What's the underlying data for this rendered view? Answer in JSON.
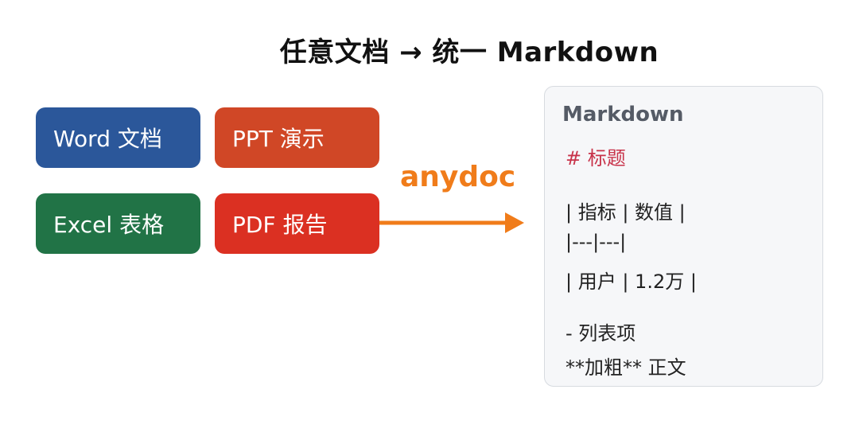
{
  "title": "任意文档 → 统一 Markdown",
  "sources": [
    {
      "label": "Word 文档",
      "color": "#2b579a"
    },
    {
      "label": "PPT 演示",
      "color": "#d04726"
    },
    {
      "label": "Excel 表格",
      "color": "#217346"
    },
    {
      "label": "PDF 报告",
      "color": "#db3022"
    }
  ],
  "converter": {
    "label": "anydoc",
    "color": "#f07c1a"
  },
  "markdown_card": {
    "title": "Markdown",
    "title_color": "#555b66",
    "heading_line": "# 标题",
    "heading_color": "#c8334a",
    "lines": [
      "| 指标 | 数值 |",
      "|---|---|",
      "| 用户 | 1.2万 |",
      "- 列表项",
      "**加粗** 正文"
    ]
  }
}
